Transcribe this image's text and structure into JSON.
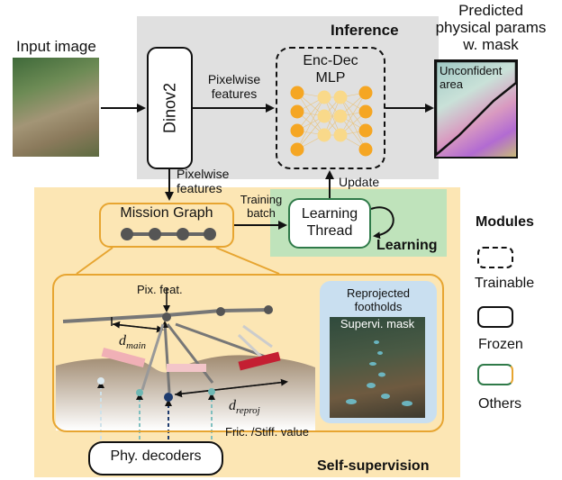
{
  "input_image_label": "Input image",
  "inference_label": "Inference",
  "predicted_label": "Predicted\nphysical params\nw. mask",
  "unconfident_label": "Unconfident\narea",
  "dinov2_label": "Dinov2",
  "pixelwise_features_top": "Pixelwise\nfeatures",
  "pixelwise_features_mid": "Pixelwise\nfeatures",
  "mlp_label": "Enc-Dec\nMLP",
  "training_batch_label": "Training\nbatch",
  "update_label": "Update",
  "mission_graph_label": "Mission Graph",
  "learning_thread_label": "Learning\nThread",
  "learning_label": "Learning",
  "pix_feat_label": "Pix. feat.",
  "d_main_label": "d",
  "d_main_sub": "main",
  "d_reproj_label": "d",
  "d_reproj_sub": "reproj",
  "reprojected_label": "Reprojected\nfootholds",
  "supervi_mask_label": "Supervi. mask",
  "fric_label": "Fric. /Stiff. value",
  "phy_decoders_label": "Phy. decoders",
  "self_supervision_label": "Self-supervision",
  "legend": {
    "title": "Modules",
    "trainable": "Trainable",
    "frozen": "Frozen",
    "others": "Others"
  },
  "colors": {
    "inference_bg": "#e0e0e0",
    "self_supervision_bg": "#fce6b4",
    "learning_bg": "#bfe3bb",
    "mission_border": "#e7a531",
    "learning_border": "#2f7a49",
    "neuron": "#f5a623",
    "neuron_light": "#f9d98a"
  }
}
